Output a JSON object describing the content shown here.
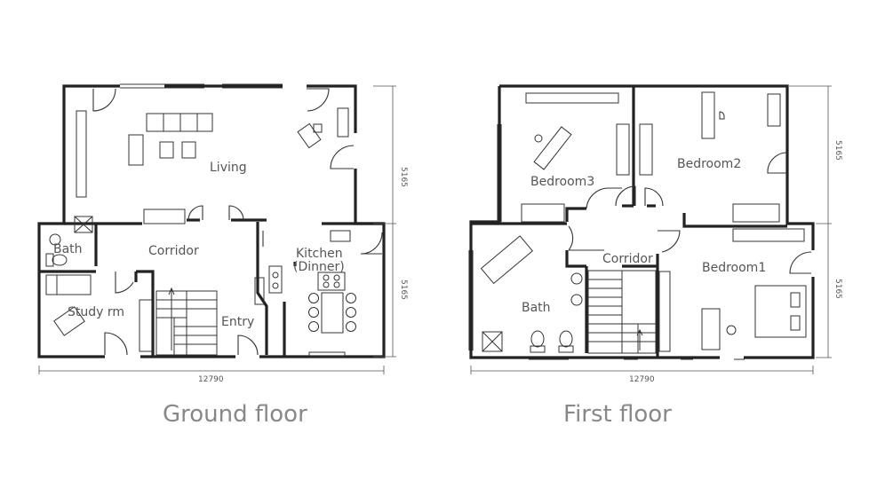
{
  "ground_floor": {
    "caption": "Ground floor",
    "rooms": [
      "Living",
      "Corridor",
      "Kitchen",
      "(Dinner)",
      "Bath",
      "Study rm",
      "Entry"
    ],
    "dimensions": {
      "width": "12790",
      "upper": "5165",
      "lower": "5165"
    }
  },
  "first_floor": {
    "caption": "First floor",
    "rooms": [
      "Bedroom3",
      "Bedroom2",
      "Corridor",
      "Bedroom1",
      "Bath"
    ],
    "dimensions": {
      "width": "12790",
      "upper": "5165",
      "lower": "5165"
    }
  },
  "colors": {
    "wall": "#222222",
    "label": "#555555",
    "caption": "#888888"
  }
}
